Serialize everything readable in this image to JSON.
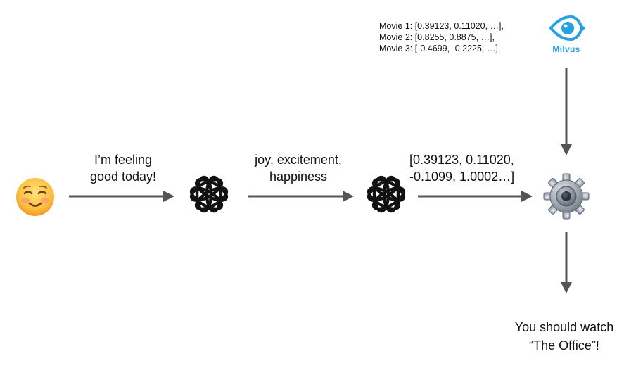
{
  "colors": {
    "arrow": "#555555",
    "logo_accent": "#25a3e1",
    "text": "#111111",
    "emoji_face": "#f7b23b"
  },
  "icons": {
    "user": "smiling-face-emoji",
    "model_1": "openai-logo",
    "model_2": "openai-logo",
    "database": "milvus-logo",
    "processor": "gear-icon"
  },
  "input": {
    "line1": "I’m feeling",
    "line2": "good today!"
  },
  "emotions": {
    "line1": "joy, excitement,",
    "line2": "happiness"
  },
  "vector": {
    "line1": "[0.39123, 0.11020,",
    "line2": "-0.1099, 1.0002…]"
  },
  "movies": [
    "Movie 1: [0.39123, 0.11020, …],",
    "Movie 2: [0.8255, 0.8875, …],",
    "Movie 3: [-0.4699, -0.2225, …],"
  ],
  "milvus": {
    "name": "Milvus"
  },
  "result": {
    "line1": "You should watch",
    "line2": "“The Office”!"
  }
}
